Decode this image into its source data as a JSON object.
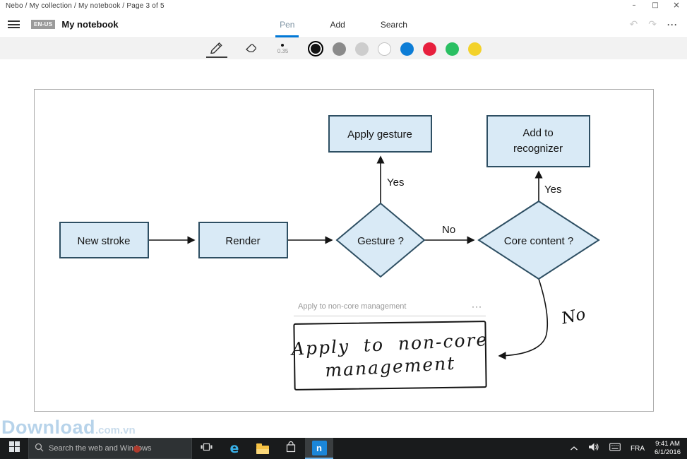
{
  "titlebar": {
    "breadcrumb": "Nebo  /  My collection  /  My notebook  /  Page 3 of 5"
  },
  "icons": {
    "minimize": "–",
    "maximize": "□",
    "close": "×",
    "undo": "↶",
    "redo": "↷",
    "more": "···",
    "field_more": "···",
    "edge_glyph": "e",
    "nebo_glyph": "n"
  },
  "header": {
    "lang_badge": "EN-US",
    "title": "My notebook",
    "accent_color": "#0078d7",
    "tabs": [
      {
        "label": "Pen",
        "active": true
      },
      {
        "label": "Add",
        "active": false
      },
      {
        "label": "Search",
        "active": false
      }
    ]
  },
  "pen_toolbar": {
    "stroke_width": "0.35",
    "selected_tool": "pen",
    "selected_color": "black",
    "colors": [
      {
        "name": "black",
        "hex": "#141414"
      },
      {
        "name": "dark-gray",
        "hex": "#8a8a8a"
      },
      {
        "name": "light-gray",
        "hex": "#cdcdcd"
      },
      {
        "name": "white",
        "hex": "#ffffff"
      },
      {
        "name": "blue",
        "hex": "#0d7dd6"
      },
      {
        "name": "red",
        "hex": "#e71f3d"
      },
      {
        "name": "green",
        "hex": "#2abf62"
      },
      {
        "name": "yellow",
        "hex": "#f3d22b"
      }
    ]
  },
  "flowchart": {
    "node_fill": "#d9eaf6",
    "node_border": "#2e4f63",
    "nodes": {
      "new_stroke": "New stroke",
      "render": "Render",
      "gesture": "Gesture ?",
      "core_content": "Core content ?",
      "apply_gesture": "Apply gesture",
      "add_to_recognizer_l1": "Add to",
      "add_to_recognizer_l2": "recognizer"
    },
    "edge_labels": {
      "gesture_yes": "Yes",
      "gesture_no": "No",
      "core_yes": "Yes",
      "core_no_handwritten": "No"
    },
    "text_field_value": "Apply to non-core management",
    "handwriting_l1": "Apply  to  non-core",
    "handwriting_l2": "management"
  },
  "watermark": {
    "text": "Download",
    "suffix": ".com.vn"
  },
  "taskbar": {
    "search_placeholder": "Search the web and Windows",
    "language": "FRA",
    "time": "9:41 AM",
    "date": "6/1/2016"
  }
}
